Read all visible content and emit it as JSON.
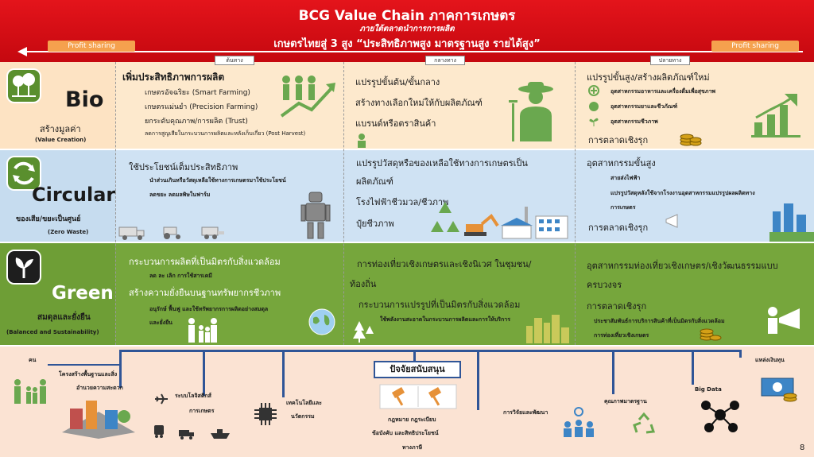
{
  "header": {
    "title": "BCG Value Chain ภาคการเกษตร",
    "subtitle": "ภายใต้ตลาดนำการการผลิต",
    "tagline": "เกษตรไทยสู่ 3 สูง “ประสิทธิภาพสูง มาตรฐานสูง รายได้สูง”",
    "profit_left": "Profit sharing",
    "profit_right": "Profit sharing"
  },
  "stages": {
    "upstream": "ต้นทาง",
    "midstream": "กลางทาง",
    "downstream": "ปลายทาง"
  },
  "bio": {
    "name": "Bio",
    "sub": "สร้างมูลค่า",
    "en": "(Value Creation)",
    "up_title": "เพิ่มประสิทธิภาพการผลิต",
    "up_items": [
      "เกษตรอัจฉริยะ (Smart Farming)",
      "เกษตรแม่นยำ (Precision Farming)",
      "ยกระดับคุณภาพ/การผลิต (Trust)",
      "ลดการสูญเสียในกระบวนการผลิตและหลังเก็บเกี่ยว (Post Harvest)"
    ],
    "mid_items": [
      "แปรรูปขั้นต้น/ขั้นกลาง",
      "สร้างทางเลือกใหม่ให้กับผลิตภัณฑ์",
      "แบรนด์หรือตราสินค้า"
    ],
    "down_title": "แปรรูปขั้นสูง/สร้างผลิตภัณฑ์ใหม่",
    "down_items": [
      "อุตสาหกรรมอาหารและเครื่องดื่มเพื่อสุขภาพ",
      "อุตสาหกรรมยาและชีวภัณฑ์",
      "อุตสาหกรรมชีวภาพ"
    ],
    "down_market": "การตลาดเชิงรุก"
  },
  "circular": {
    "name": "Circular",
    "sub": "ของเสีย/ขยะเป็นศูนย์",
    "en": "(Zero Waste)",
    "up_title": "ใช้ประโยชน์เต็มประสิทธิภาพ",
    "up_items": [
      "นำส่วนเกินหรือวัสดุเหลือใช้ทางการเกษตรมาใช้ประโยชน์",
      "ลดขยะ ลดมลพิษในฟาร์ม"
    ],
    "mid_items": [
      "แปรรูปวัสดุหรือของเหลือใช้ทางการเกษตรเป็น",
      "ผลิตภัณฑ์",
      "โรงไฟฟ้าชีวมวล/ชีวภาพ",
      "ปุ๋ยชีวภาพ"
    ],
    "down_title": "อุตสาหกรรมขั้นสูง",
    "down_items": [
      "สายส่งไฟฟ้า",
      "แปรรูปวัสดุหลังใช้จากโรงงานอุตสาหกรรมแปรรูปผลผลิตทาง",
      "การเกษตร"
    ],
    "down_market": "การตลาดเชิงรุก"
  },
  "green": {
    "name": "Green",
    "sub": "สมดุลและยั่งยืน",
    "en": "(Balanced and Sustainability)",
    "up_title": "กระบวนการผลิตที่เป็นมิตรกับสิ่งแวดล้อม",
    "up_items": [
      "ลด ละ เลิก การใช้สารเคมี"
    ],
    "up_title2": "สร้างความยั่งยืนบนฐานทรัพยากรชีวภาพ",
    "up_items2": [
      "อนุรักษ์ ฟื้นฟู และใช้ทรัพยากรการผลิตอย่างสมดุล",
      "และยั่งยืน"
    ],
    "mid_items": [
      "การท่องเที่ยวเชิงเกษตรและเชิงนิเวศ ในชุมชน/",
      "ท้องถิ่น",
      "กระบวนการแปรรูปที่เป็นมิตรกับสิ่งแวดล้อม"
    ],
    "mid_small": "ใช้พลังงานสะอาดในกระบวนการผลิตและการให้บริการ",
    "down_items": [
      "อุตสาหกรรมท่องเที่ยวเชิงเกษตร/เชิงวัฒนธรรมแบบ",
      "ครบวงจร",
      "การตลาดเชิงรุก"
    ],
    "down_small": [
      "ประชาสัมพันธ์การบริการสินค้าที่เป็นมิตรกับสิ่งแวดล้อม",
      "การท่องเที่ยวเชิงเกษตร"
    ]
  },
  "support": {
    "title": "ปัจจัยสนับสนุน",
    "people": "คน",
    "infra": "โครงสร้างพื้นฐานและสิ่ง",
    "infra2": "อำนวยความสะดวก",
    "logistics": "ระบบโลจิสติกส์",
    "logistics2": "การเกษตร",
    "tech": "เทคโนโลยีและ",
    "tech2": "นวัตกรรม",
    "law": "กฎหมาย กฎระเบียบ",
    "law2": "ข้อบังคับ และสิทธิประโยชน์",
    "law3": "ทางภาษี",
    "research": "การวิจัยและพัฒนา",
    "standard": "คุณภาพมาตรฐาน",
    "bigdata": "Big Data",
    "funding": "แหล่งเงินทุน"
  },
  "page_number": "8",
  "colors": {
    "header": "#e4141b",
    "bio": "#fde9cd",
    "circular": "#cfe2f3",
    "green": "#76a63c"
  }
}
